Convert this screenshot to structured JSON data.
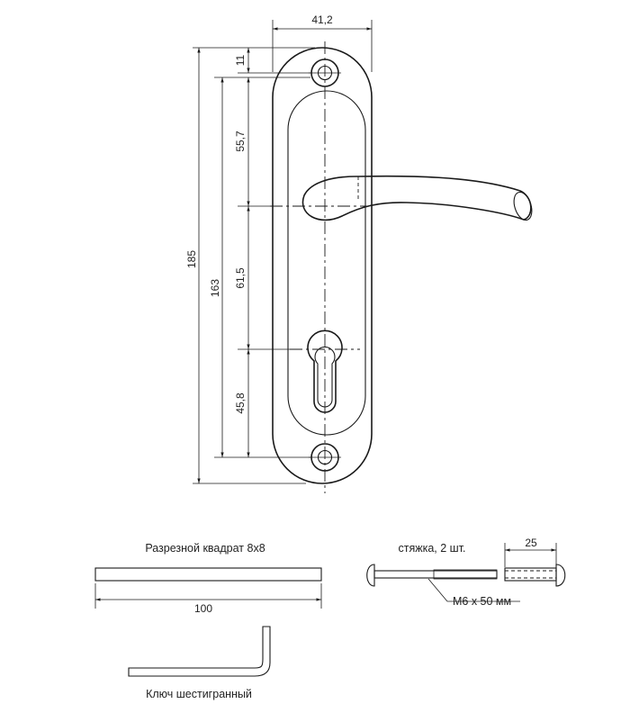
{
  "dimensions": {
    "width_top": "41,2",
    "top_hole": "11",
    "handle_axis": "55,7",
    "axis_to_key": "61,5",
    "key_to_hole": "45,8",
    "between_holes": "163",
    "total_height": "185",
    "square_length": "100",
    "sleeve_length": "25"
  },
  "labels": {
    "square": "Разрезной квадрат 8x8",
    "tie": "стяжка, 2 шт.",
    "screw": "М6 х 50 мм",
    "hex_key": "Ключ шестигранный"
  },
  "colors": {
    "line": "#1a1a1a",
    "background": "#ffffff"
  }
}
